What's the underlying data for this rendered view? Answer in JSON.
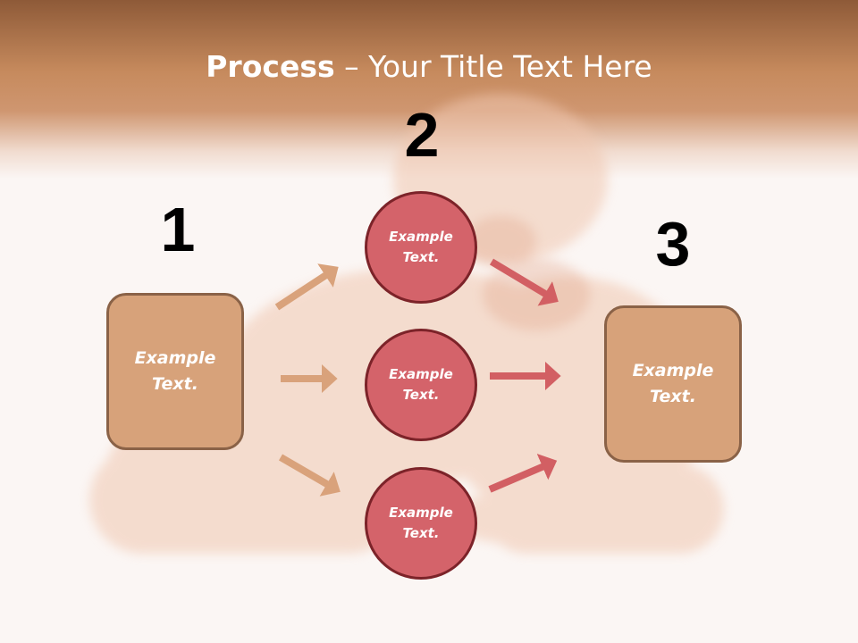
{
  "title": {
    "bold": "Process",
    "rest": " – Your Title Text Here"
  },
  "steps": [
    {
      "number": "1",
      "text": "Example\nText."
    },
    {
      "number": "2",
      "items": [
        "Example\nText.",
        "Example\nText.",
        "Example\nText."
      ]
    },
    {
      "number": "3",
      "text": "Example\nText."
    }
  ],
  "colors": {
    "box_fill": "#d7a27a",
    "box_border": "#8a6247",
    "circle_fill": "#d4636a",
    "circle_border": "#7c2329",
    "arrow_left": "#d9a27b",
    "arrow_right": "#d25f63"
  }
}
